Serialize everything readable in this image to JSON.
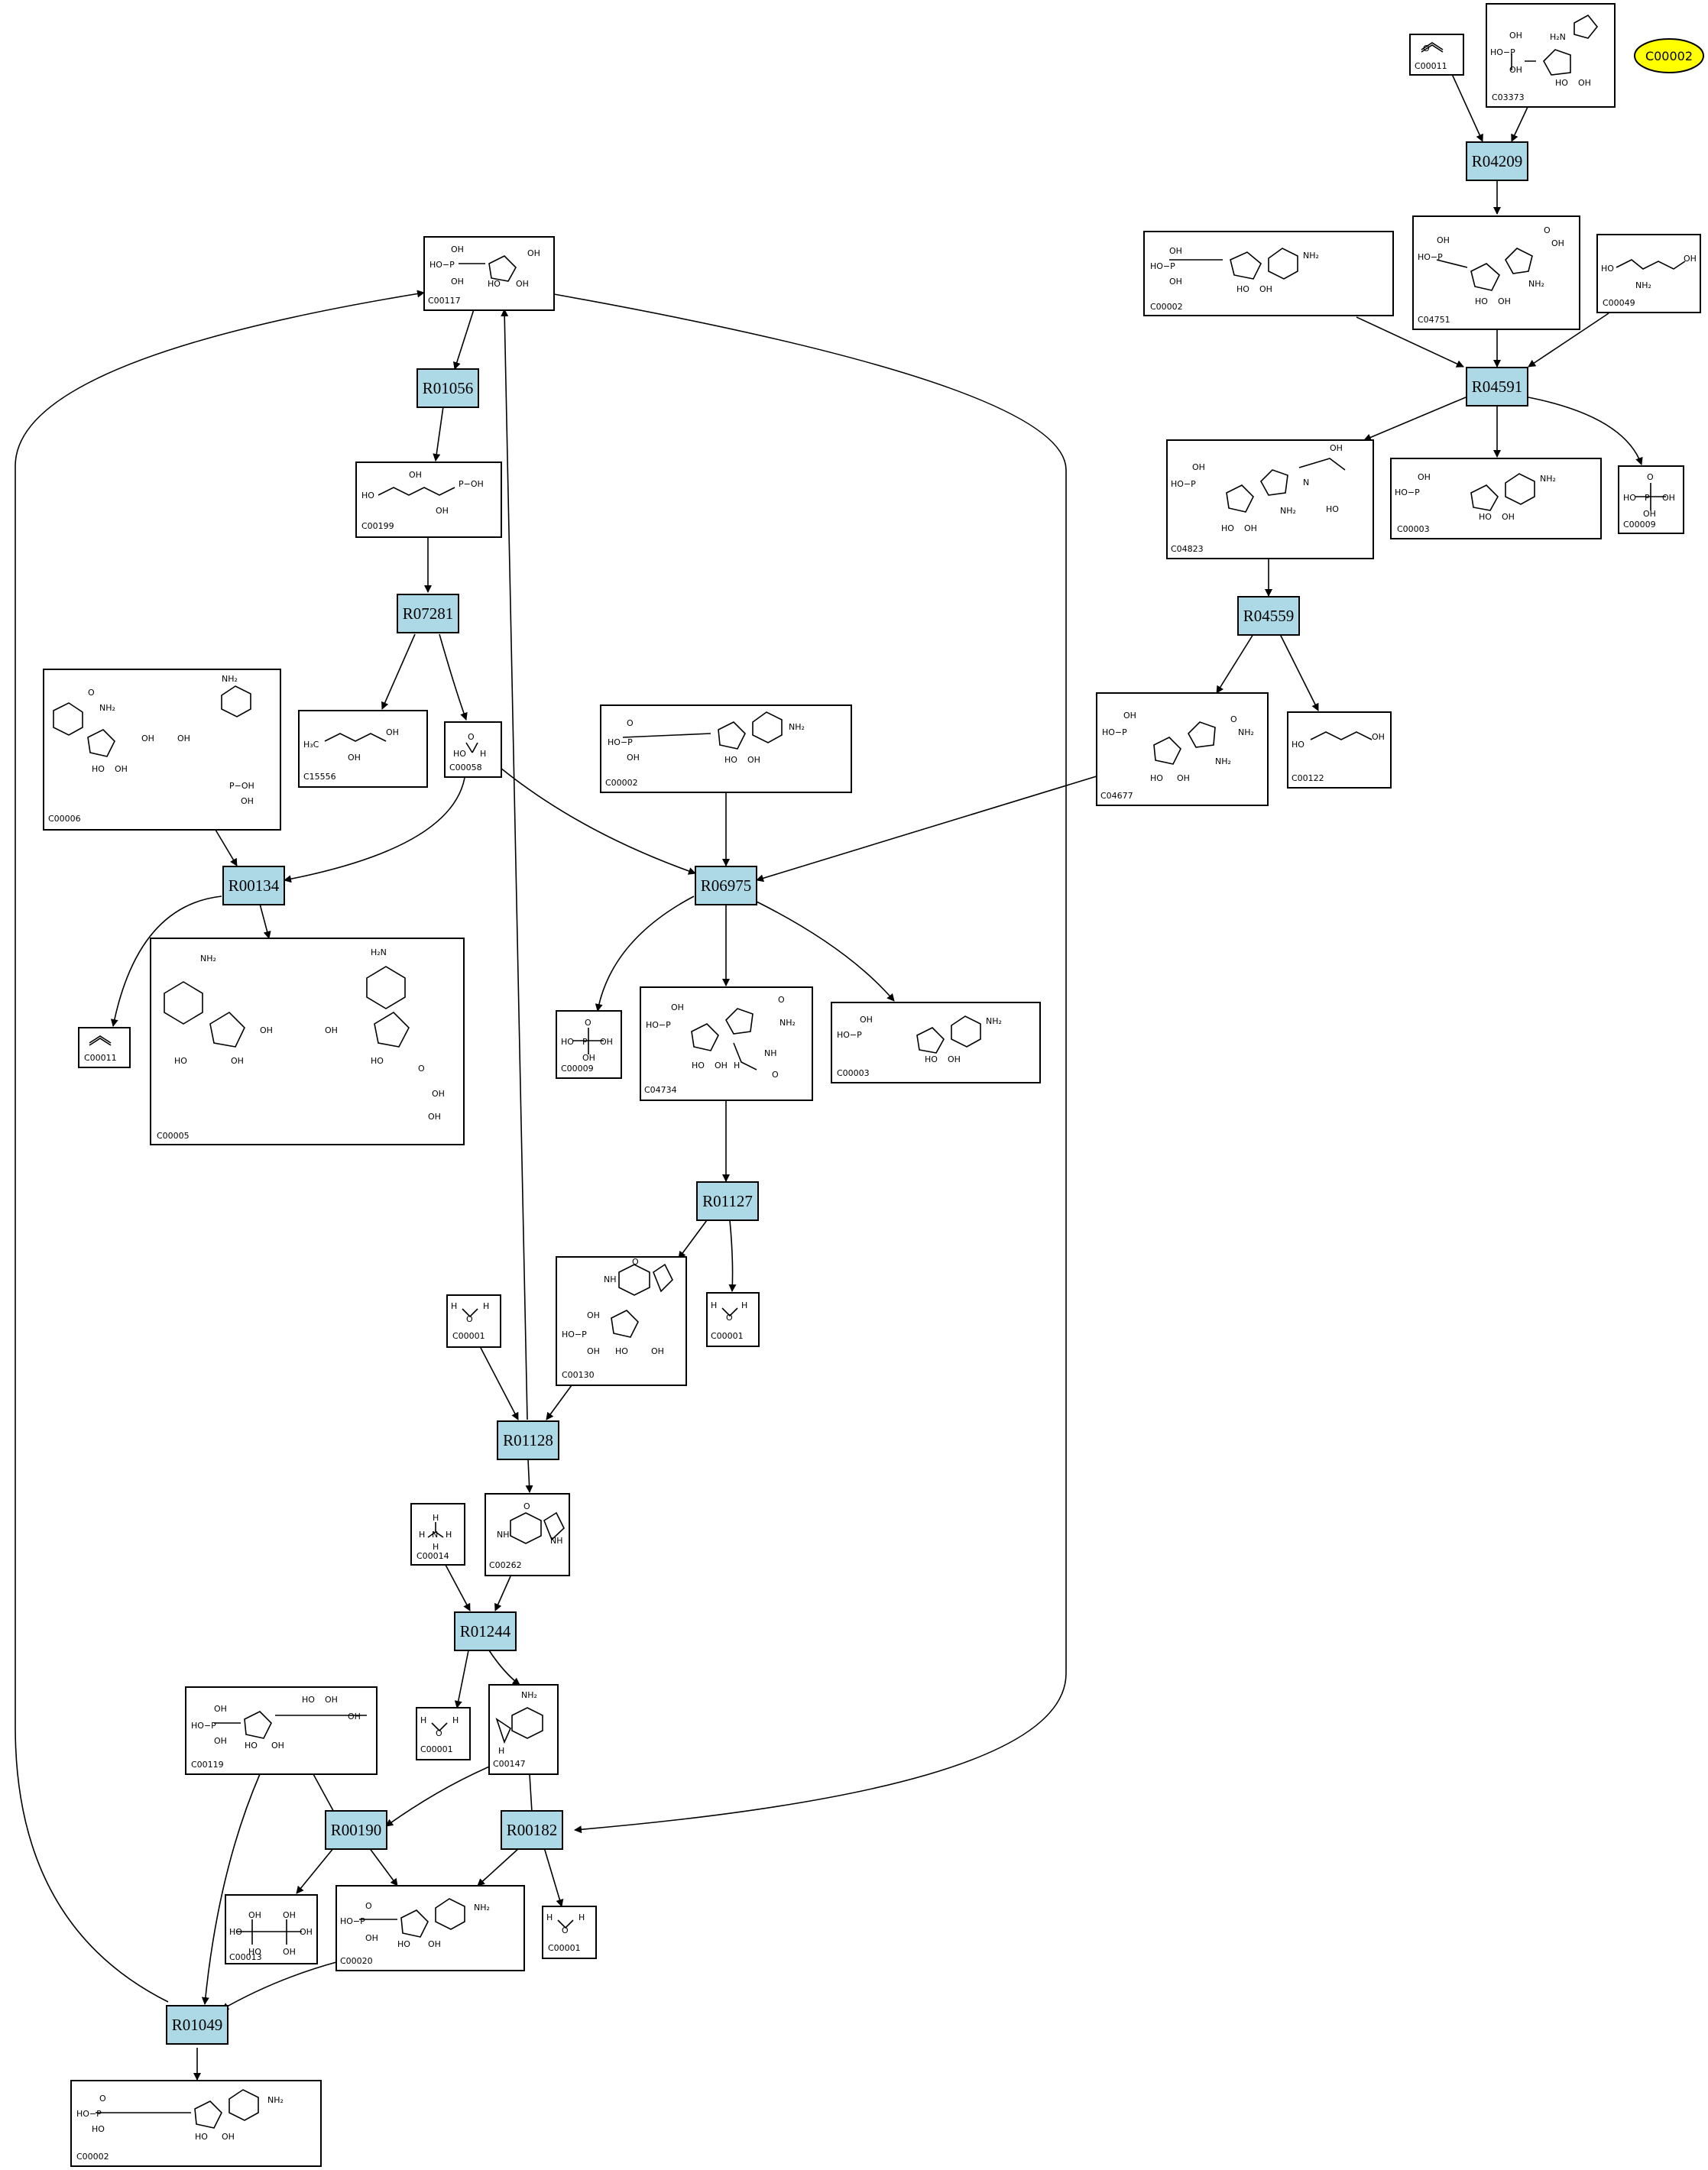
{
  "highlight": {
    "label": "C00002",
    "color": "#ffff00"
  },
  "reaction_color": "#add8e6",
  "reactions": [
    "R04209",
    "R04591",
    "R04559",
    "R01056",
    "R07281",
    "R00134",
    "R06975",
    "R01127",
    "R01128",
    "R01244",
    "R00190",
    "R00182",
    "R01049"
  ],
  "compounds": [
    "C00011",
    "C03373",
    "C00002",
    "C04751",
    "C00049",
    "C04823",
    "C00003",
    "C00009",
    "C04677",
    "C00122",
    "C00117",
    "C00199",
    "C15556",
    "C00058",
    "C00006",
    "C00011",
    "C00005",
    "C00002",
    "C00009",
    "C04734",
    "C00003",
    "C00001",
    "C00130",
    "C00001",
    "C00014",
    "C00262",
    "C00001",
    "C00147",
    "C00119",
    "C00013",
    "C00020",
    "C00001",
    "C00002"
  ],
  "atom_labels": {
    "oh": "OH",
    "ho": "HO",
    "o": "O",
    "p": "P",
    "n": "N",
    "nh": "NH",
    "nh2": "NH₂",
    "h2n": "H₂N",
    "h3c": "H₃C",
    "h": "H",
    "ho_minus_p": "HO−P",
    "oh_p": "P−OH"
  }
}
